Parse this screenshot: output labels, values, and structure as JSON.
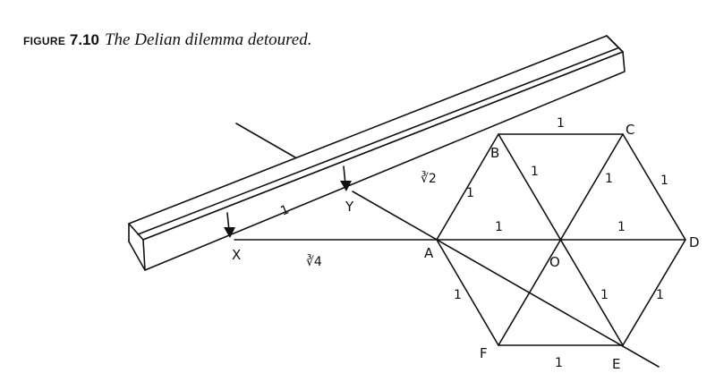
{
  "figure": {
    "label": "FIGURE",
    "number": "7.10",
    "title": "The Delian dilemma detoured."
  },
  "points": {
    "A": "A",
    "B": "B",
    "C": "C",
    "D": "D",
    "E": "E",
    "F": "F",
    "O": "O",
    "X": "X",
    "Y": "Y"
  },
  "lengths": {
    "one": "1",
    "xa": "∛4",
    "ya": "∛2"
  }
}
